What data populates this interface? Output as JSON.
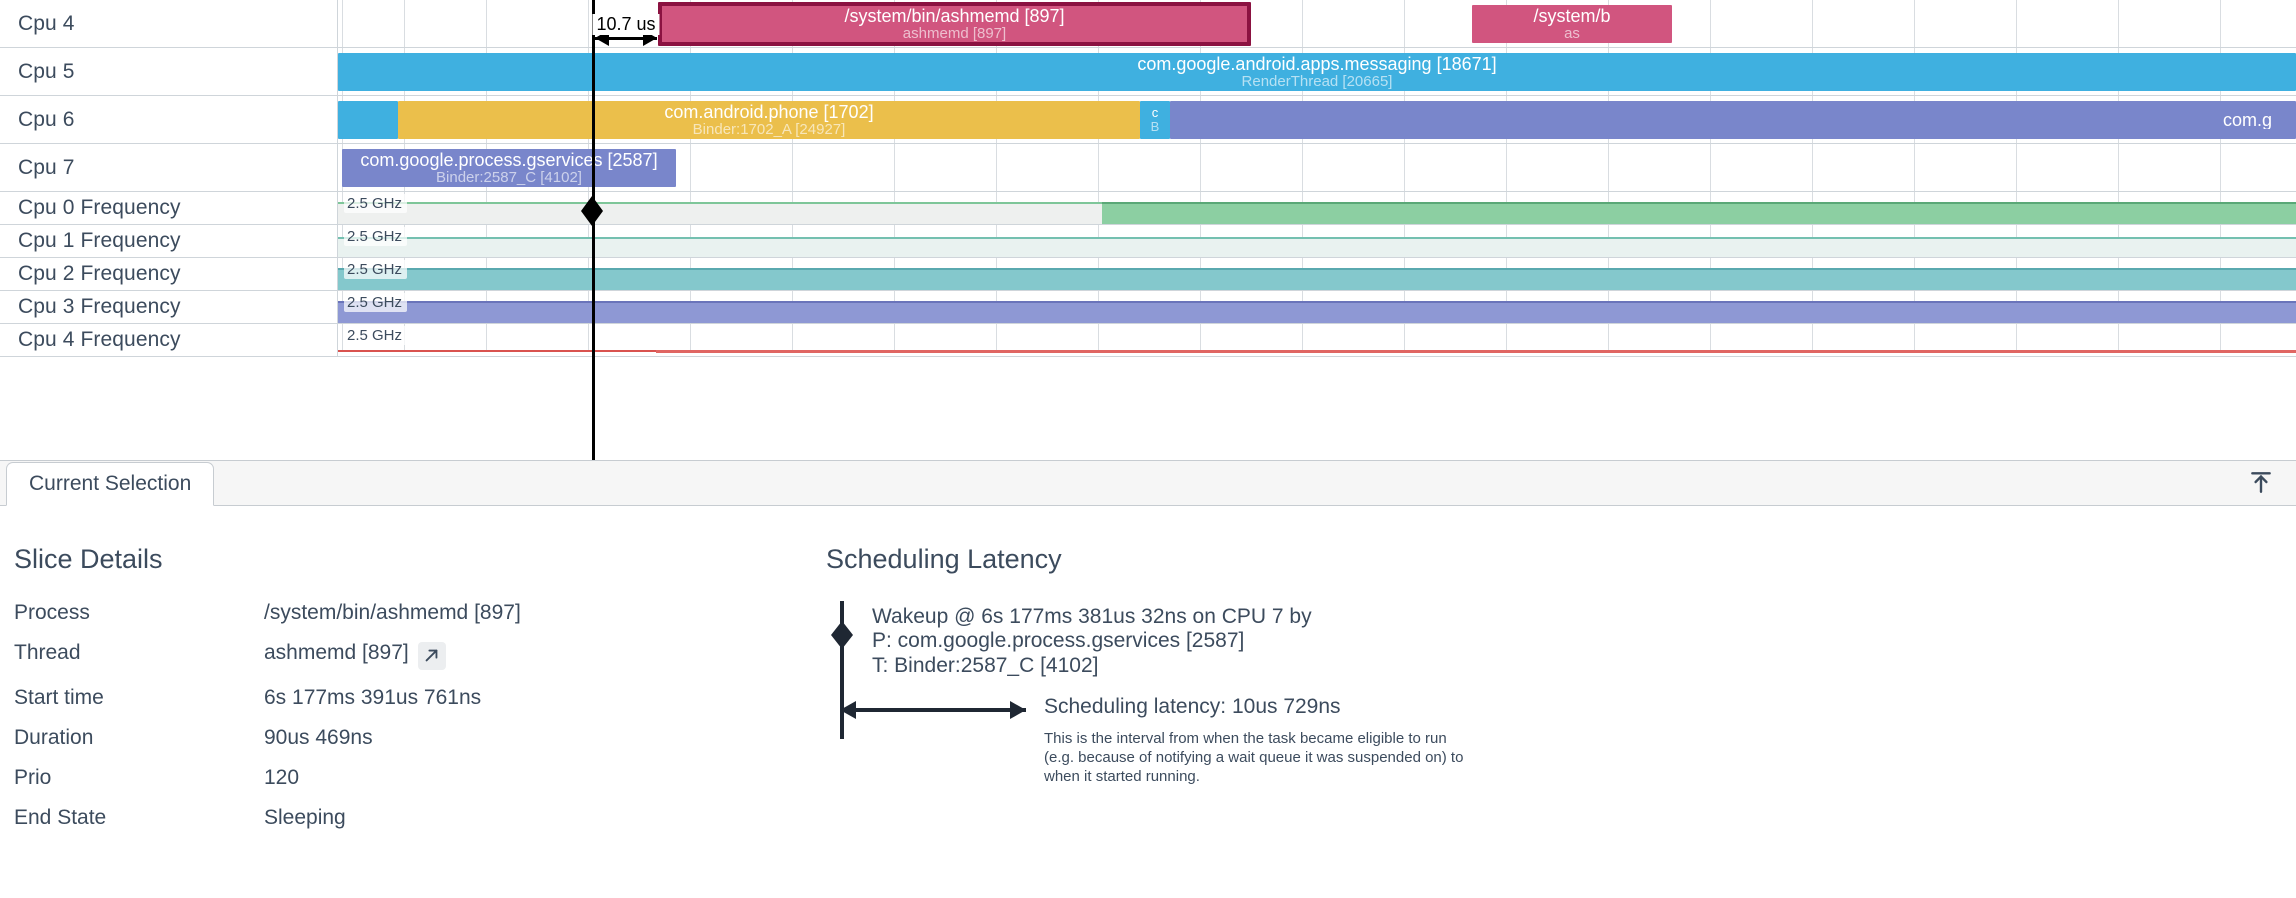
{
  "timeline": {
    "tracks": [
      {
        "name": "Cpu 4",
        "type": "slices"
      },
      {
        "name": "Cpu 5",
        "type": "slices"
      },
      {
        "name": "Cpu 6",
        "type": "slices"
      },
      {
        "name": "Cpu 7",
        "type": "slices"
      },
      {
        "name": "Cpu 0 Frequency",
        "type": "counter",
        "value_label": "2.5 GHz"
      },
      {
        "name": "Cpu 1 Frequency",
        "type": "counter",
        "value_label": "2.5 GHz"
      },
      {
        "name": "Cpu 2 Frequency",
        "type": "counter",
        "value_label": "2.5 GHz"
      },
      {
        "name": "Cpu 3 Frequency",
        "type": "counter",
        "value_label": "2.5 GHz"
      },
      {
        "name": "Cpu 4 Frequency",
        "type": "counter",
        "value_label": "2.5 GHz"
      }
    ],
    "measure_label": "10.7 us",
    "slices": {
      "cpu4_ashmemd": {
        "title": "/system/bin/ashmemd [897]",
        "subtitle": "ashmemd [897]",
        "color": "#d1557f"
      },
      "cpu4_ashmemd2": {
        "title": "/system/b",
        "subtitle": "as",
        "color": "#d1557f"
      },
      "cpu5_messaging": {
        "title": "com.google.android.apps.messaging [18671]",
        "subtitle": "RenderThread [20665]",
        "color": "#3fb0e0"
      },
      "cpu6_blue": {
        "title": "",
        "subtitle": "",
        "color": "#3fb0e0"
      },
      "cpu6_phone": {
        "title": "com.android.phone [1702]",
        "subtitle": "Binder:1702_A [24927]",
        "color": "#ebbf4b"
      },
      "cpu6_small": {
        "title": "c",
        "subtitle": "B",
        "color": "#3fb0e0"
      },
      "cpu6_trailing": {
        "title": "com.g",
        "subtitle": "",
        "color": "#7986cb"
      },
      "cpu7_gservices": {
        "title": "com.google.process.gservices [2587]",
        "subtitle": "Binder:2587_C [4102]",
        "color": "#7986cb"
      }
    }
  },
  "panel": {
    "tab_label": "Current Selection",
    "collapse_icon": "collapse-panel-icon",
    "slice_details": {
      "title": "Slice Details",
      "rows": [
        {
          "key": "Process",
          "value": "/system/bin/ashmemd [897]"
        },
        {
          "key": "Thread",
          "value": "ashmemd [897]",
          "has_goto": true
        },
        {
          "key": "Start time",
          "value": "6s 177ms 391us 761ns"
        },
        {
          "key": "Duration",
          "value": "90us 469ns"
        },
        {
          "key": "Prio",
          "value": "120"
        },
        {
          "key": "End State",
          "value": "Sleeping"
        }
      ]
    },
    "scheduling_latency": {
      "title": "Scheduling Latency",
      "wakeup_line1": "Wakeup @ 6s 177ms 381us 32ns on CPU 7 by",
      "wakeup_line2": "P: com.google.process.gservices [2587]",
      "wakeup_line3": "T: Binder:2587_C [4102]",
      "latency_label": "Scheduling latency: 10us 729ns",
      "desc_line1": "This is the interval from when the task became eligible to run",
      "desc_line2": "(e.g. because of notifying a wait queue it was suspended on) to",
      "desc_line3": "when it started running."
    }
  },
  "colors": {
    "text": "#3c4b5d",
    "border": "#cfd5da",
    "selected_border": "#8b1241",
    "freq0": "#7ec699",
    "freq1": "#8fd4c4",
    "freq2": "#79c4c8",
    "freq3": "#7986cb",
    "freq4": "#d9534f"
  }
}
